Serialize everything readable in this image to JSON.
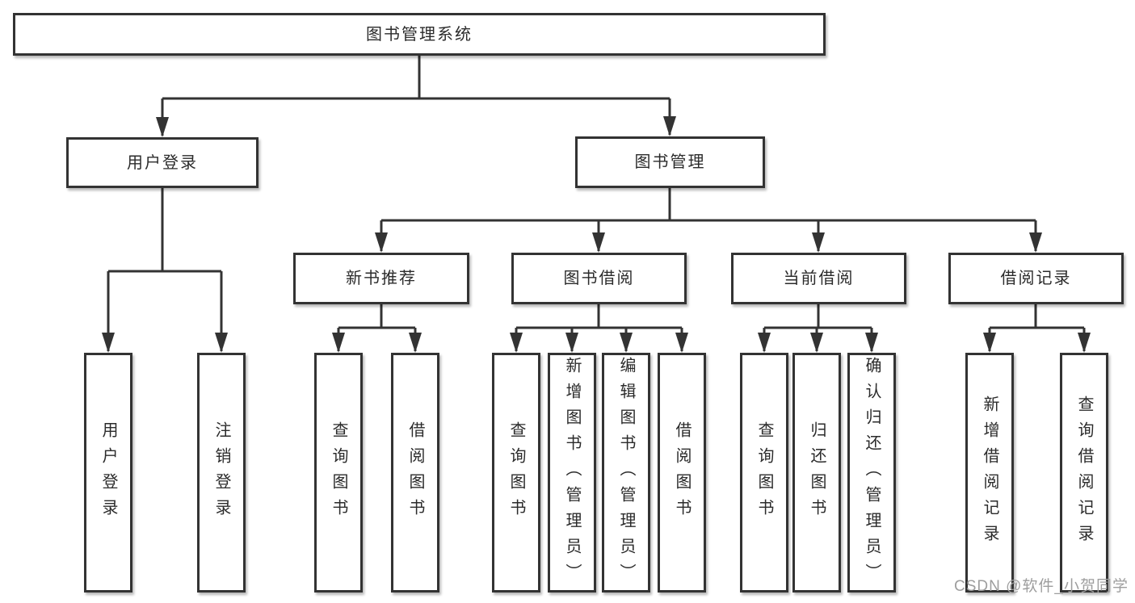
{
  "diagram": {
    "root": {
      "label": "图书管理系统"
    },
    "level2": [
      {
        "label": "用户登录"
      },
      {
        "label": "图书管理"
      }
    ],
    "level3": [
      {
        "label": "新书推荐",
        "parent": "图书管理"
      },
      {
        "label": "图书借阅",
        "parent": "图书管理"
      },
      {
        "label": "当前借阅",
        "parent": "图书管理"
      },
      {
        "label": "借阅记录",
        "parent": "图书管理"
      }
    ],
    "leaves": [
      {
        "label": "用户登录",
        "parent": "用户登录"
      },
      {
        "label": "注销登录",
        "parent": "用户登录"
      },
      {
        "label": "查询图书",
        "parent": "新书推荐"
      },
      {
        "label": "借阅图书",
        "parent": "新书推荐"
      },
      {
        "label": "查询图书",
        "parent": "图书借阅"
      },
      {
        "label": "新增图书（管理员）",
        "parent": "图书借阅"
      },
      {
        "label": "编辑图书（管理员）",
        "parent": "图书借阅"
      },
      {
        "label": "借阅图书",
        "parent": "图书借阅"
      },
      {
        "label": "查询图书",
        "parent": "当前借阅"
      },
      {
        "label": "归还图书",
        "parent": "当前借阅"
      },
      {
        "label": "确认归还（管理员）",
        "parent": "当前借阅"
      },
      {
        "label": "新增借阅记录",
        "parent": "借阅记录"
      },
      {
        "label": "查询借阅记录",
        "parent": "借阅记录"
      }
    ]
  },
  "watermark": {
    "text": "CSDN @软件_小贺同学"
  },
  "colors": {
    "line": "#333333",
    "border": "#333333",
    "text": "#2b2b2b",
    "background": "#ffffff",
    "watermark": "#9e9e9e"
  }
}
